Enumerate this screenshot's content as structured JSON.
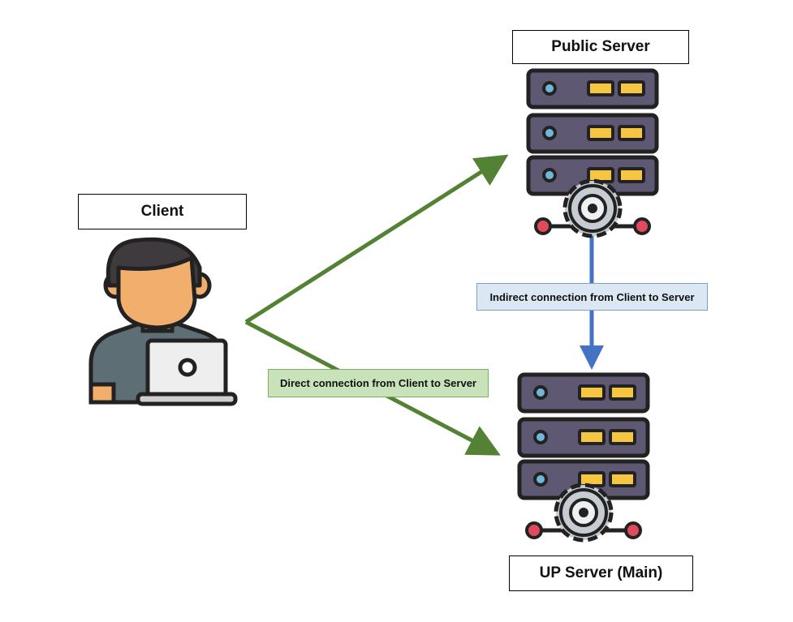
{
  "nodes": {
    "client": {
      "label": "Client"
    },
    "public_server": {
      "label": "Public Server"
    },
    "main_server": {
      "label": "UP Server (Main)"
    }
  },
  "edges": {
    "direct": {
      "label": "Direct connection from Client to Server"
    },
    "indirect": {
      "label": "Indirect connection from Client to Server"
    }
  },
  "colors": {
    "direct_arrow": "#548235",
    "indirect_arrow": "#4472c4",
    "server_body": "#5e5873",
    "server_light": "#f6c643",
    "server_led": "#6fb6d8",
    "node_red": "#e04a5b",
    "gear": "#c7ccd2",
    "skin": "#f2ae6c",
    "hair": "#3e3a3d",
    "shirt": "#5e6e75"
  }
}
